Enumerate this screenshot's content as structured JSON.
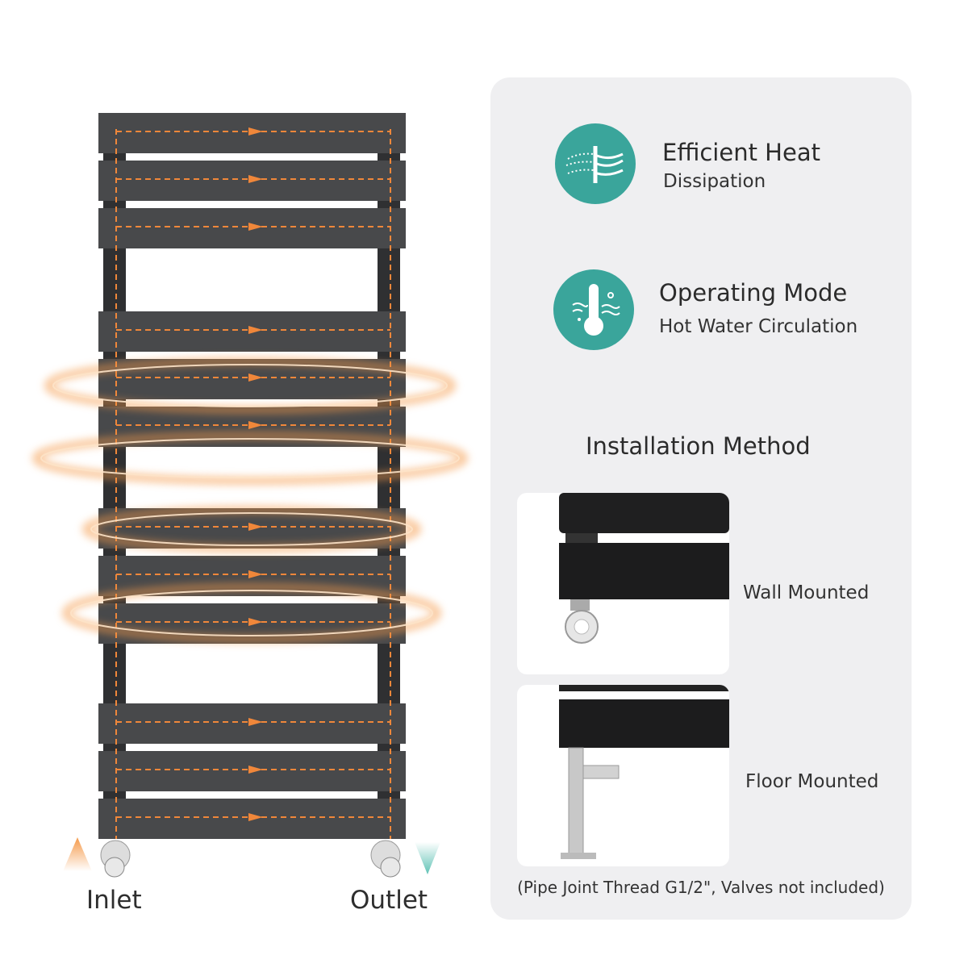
{
  "radiator": {
    "inlet_label": "Inlet",
    "outlet_label": "Outlet",
    "colors": {
      "bar": "#48494b",
      "flow": "#f0873a",
      "glow": "#f59a4a",
      "outlet_arrow": "#7fcfc4"
    }
  },
  "features": [
    {
      "icon": "heat-dissipation-icon",
      "title": "Efficient Heat",
      "subtitle": "Dissipation"
    },
    {
      "icon": "thermometer-icon",
      "title": "Operating Mode",
      "subtitle": "Hot Water Circulation"
    }
  ],
  "installation": {
    "heading": "Installation Method",
    "options": [
      {
        "label": "Wall Mounted"
      },
      {
        "label": "Floor Mounted"
      }
    ],
    "note": "(Pipe Joint Thread G1/2\", Valves not included)"
  },
  "accent_color": "#3aa59b"
}
